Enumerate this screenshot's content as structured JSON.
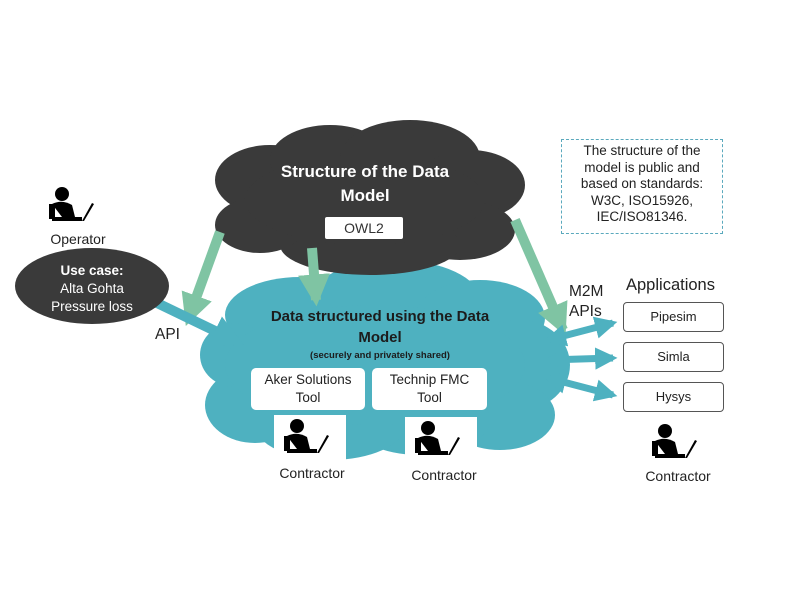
{
  "structure_cloud": {
    "title_line1": "Structure of the Data",
    "title_line2": "Model",
    "owl_label": "OWL2"
  },
  "data_cloud": {
    "title_line1": "Data structured  using  the Data",
    "title_line2": "Model",
    "subtitle": "(securely and privately shared)",
    "tools": [
      {
        "line1": "Aker Solutions",
        "line2": "Tool"
      },
      {
        "line1": "Technip FMC",
        "line2": "Tool"
      }
    ]
  },
  "operator": {
    "label": "Operator"
  },
  "use_case": {
    "title": "Use case:",
    "line1": "Alta Gohta",
    "line2": "Pressure loss"
  },
  "api_label": "API",
  "m2m": {
    "line1": "M2M",
    "line2": "APIs"
  },
  "applications": {
    "heading": "Applications",
    "items": [
      "Pipesim",
      "Simla",
      "Hysys"
    ]
  },
  "contractors": [
    "Contractor",
    "Contractor",
    "Contractor"
  ],
  "note": {
    "line1": "The structure of the",
    "line2": "model is public and",
    "line3": "based on standards:",
    "line4": "W3C, ISO15926,",
    "line5": "IEC/ISO81346."
  },
  "colors": {
    "dark_cloud": "#3a3a3a",
    "teal_cloud": "#4eb1c0",
    "green_arrow": "#7fc4a3",
    "teal_arrow": "#4eb1c0",
    "note_border": "#5aa9bd"
  }
}
